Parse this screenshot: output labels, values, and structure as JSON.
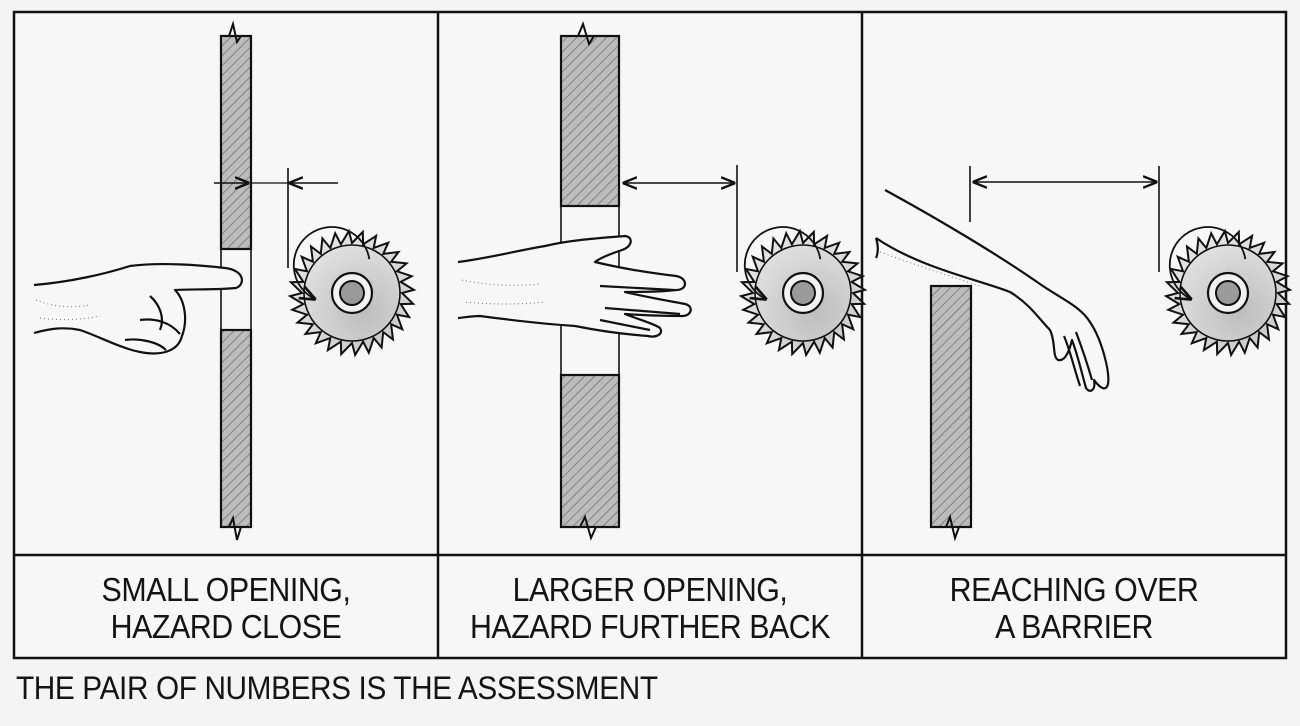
{
  "panels": [
    {
      "caption_line1": "SMALL OPENING,",
      "caption_line2": "HAZARD CLOSE"
    },
    {
      "caption_line1": "LARGER OPENING,",
      "caption_line2": "HAZARD FURTHER BACK"
    },
    {
      "caption_line1": "REACHING OVER",
      "caption_line2": "A BARRIER"
    }
  ],
  "footer_note": "THE PAIR OF NUMBERS IS THE ASSESSMENT",
  "icons": [
    "guard-barrier",
    "hand-pointing",
    "saw-blade",
    "rotation-arrow",
    "distance-arrow",
    "arm-reaching-over"
  ]
}
